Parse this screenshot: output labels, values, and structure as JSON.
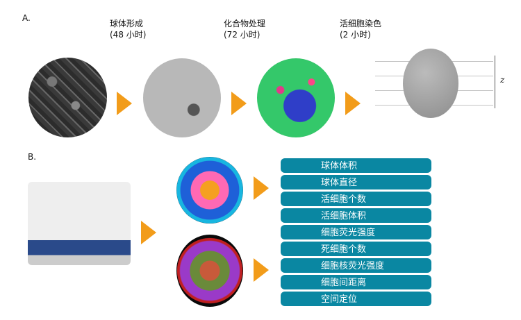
{
  "panel_a": {
    "label": "A.",
    "steps": [
      {
        "title": "球体形成",
        "duration": "(48 小时)"
      },
      {
        "title": "化合物处理",
        "duration": "(72 小时)"
      },
      {
        "title": "活细胞染色",
        "duration": "(2 小时)"
      }
    ],
    "axis_label": "z"
  },
  "panel_b": {
    "label": "B.",
    "metrics": [
      "球体体积",
      "球体直径",
      "活细胞个数",
      "活细胞体积",
      "细胞荧光强度",
      "死细胞个数",
      "细胞核荧光强度",
      "细胞间距离",
      "空间定位"
    ]
  },
  "colors": {
    "arrow": "#f29c1a",
    "metric_bar": "#0a87a2"
  }
}
